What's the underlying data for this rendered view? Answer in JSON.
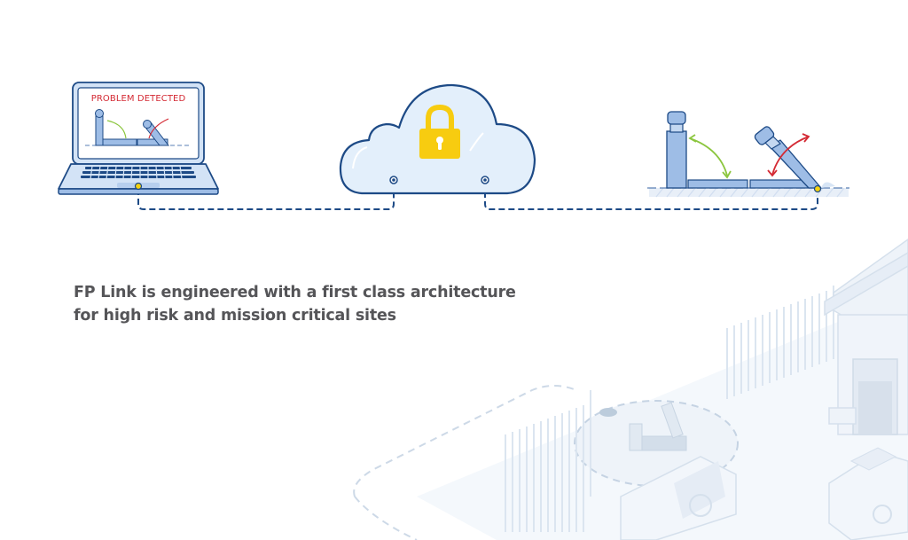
{
  "headline": {
    "line1": "FP Link is engineered with a first class architecture",
    "line2": "for high risk and mission critical sites"
  },
  "laptop": {
    "screen_alert": "PROBLEM DETECTED",
    "icon": "laptop-icon"
  },
  "cloud": {
    "icon": "cloud-icon",
    "lock_icon": "padlock-icon"
  },
  "barrier": {
    "icon": "wedge-barrier-icon",
    "states": [
      "closed",
      "raising"
    ]
  },
  "background_scene": {
    "elements": [
      "fence",
      "warehouse",
      "wedge-barrier",
      "armored-truck",
      "delivery-van",
      "detection-zone"
    ]
  },
  "colors": {
    "outline": "#1d4a86",
    "fill_light": "#e3effb",
    "device_blue": "#9ebde6",
    "lock_yellow": "#f7cc10",
    "alert_red": "#d42a34",
    "ok_green": "#8cc63f",
    "connector_yellow": "#f5d20f",
    "text_gray": "#555558",
    "scene_faint": "#dfe8f3"
  }
}
